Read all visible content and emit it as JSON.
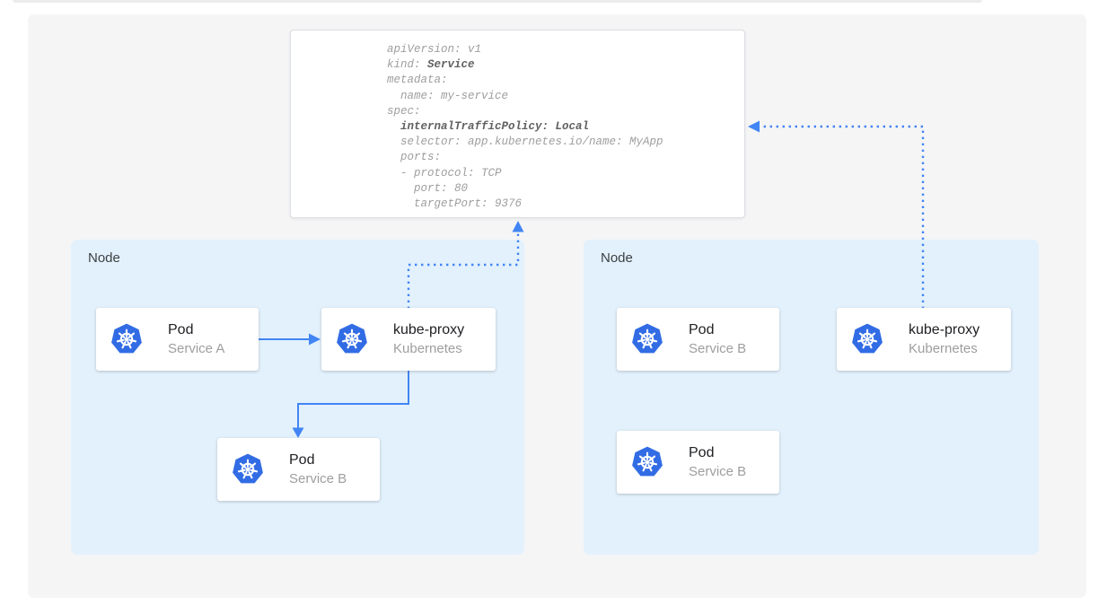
{
  "colors": {
    "arrow": "#4285f4",
    "kubernetes_blue": "#326ce5",
    "node_bg": "#e3f1fc",
    "panel_bg": "#f5f5f6"
  },
  "yaml": {
    "lines": [
      {
        "pre": "apiVersion: v1",
        "bold": ""
      },
      {
        "pre": "kind: ",
        "bold": "Service"
      },
      {
        "pre": "metadata:",
        "bold": ""
      },
      {
        "pre": "  name: my-service",
        "bold": ""
      },
      {
        "pre": "spec:",
        "bold": ""
      },
      {
        "pre": "  ",
        "bold": "internalTrafficPolicy: Local"
      },
      {
        "pre": "  selector: app.kubernetes.io/name: MyApp",
        "bold": ""
      },
      {
        "pre": "  ports:",
        "bold": ""
      },
      {
        "pre": "  - protocol: TCP",
        "bold": ""
      },
      {
        "pre": "    port: 80",
        "bold": ""
      },
      {
        "pre": "    targetPort: 9376",
        "bold": ""
      }
    ]
  },
  "nodes": [
    {
      "label": "Node",
      "cards": [
        {
          "title": "Pod",
          "subtitle": "Service A"
        },
        {
          "title": "kube-proxy",
          "subtitle": "Kubernetes"
        },
        {
          "title": "Pod",
          "subtitle": "Service B"
        }
      ]
    },
    {
      "label": "Node",
      "cards": [
        {
          "title": "Pod",
          "subtitle": "Service B"
        },
        {
          "title": "kube-proxy",
          "subtitle": "Kubernetes"
        },
        {
          "title": "Pod",
          "subtitle": "Service B"
        }
      ]
    }
  ]
}
